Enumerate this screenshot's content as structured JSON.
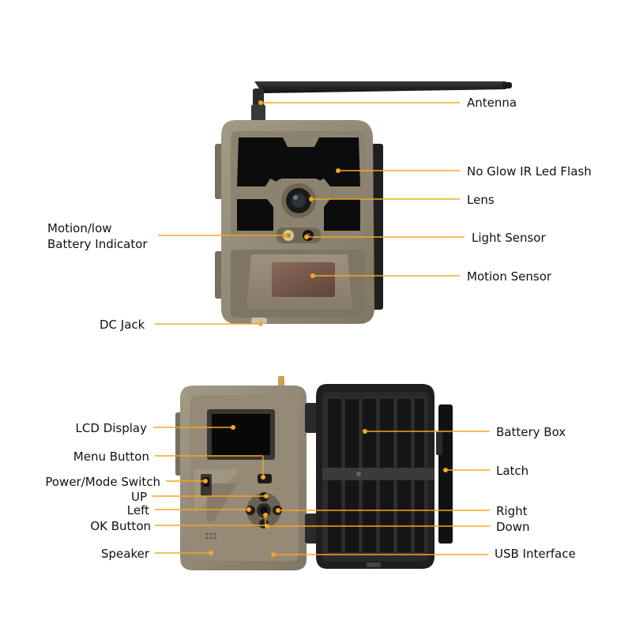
{
  "callout_color": "#f5a623",
  "front_view": {
    "labels": {
      "antenna": "Antenna",
      "ir_flash": "No Glow IR Led Flash",
      "lens": "Lens",
      "light_sensor": "Light Sensor",
      "motion_indicator_line1": "Motion/low",
      "motion_indicator_line2": "Battery Indicator",
      "motion_sensor": "Motion Sensor",
      "dc_jack": "DC Jack"
    }
  },
  "inside_view": {
    "labels": {
      "lcd_display": "LCD Display",
      "menu_button": "Menu Button",
      "power_mode_switch": "Power/Mode Switch",
      "up": "UP",
      "left": "Left",
      "ok_button": "OK Button",
      "speaker": "Speaker",
      "battery_box": "Battery Box",
      "latch": "Latch",
      "right": "Right",
      "down": "Down",
      "usb_interface": "USB Interface"
    }
  }
}
